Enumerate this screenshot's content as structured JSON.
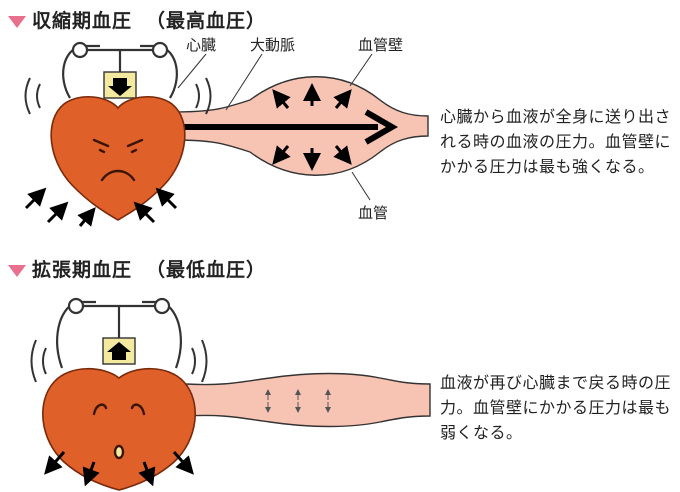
{
  "systolic": {
    "title": "収縮期血圧",
    "subtitle": "（最高血圧）",
    "labels": {
      "heart": "心臓",
      "aorta": "大動脈",
      "vessel_wall": "血管壁",
      "vessel": "血管"
    },
    "description": "心臓から血液が全身に送り出される時の血液の圧力。血管壁にかかる圧力は最も強くなる。"
  },
  "diastolic": {
    "title": "拡張期血圧",
    "subtitle": "（最低血圧）",
    "description": "血液が再び心臓まで戻る時の圧力。血管壁にかかる圧力は最も弱くなる。"
  },
  "colors": {
    "heart": "#e0602a",
    "vessel": "#f7c4b4",
    "accent": "#e8708c",
    "arrow": "#000000"
  }
}
